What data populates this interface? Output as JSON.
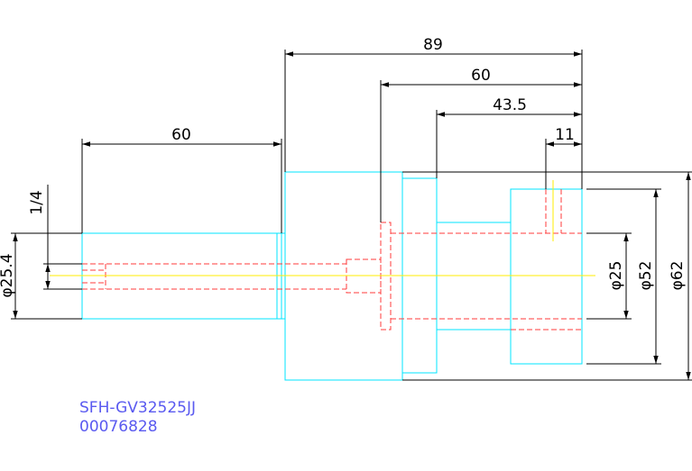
{
  "colors": {
    "background": "#ffffff",
    "outline": "#00e5ff",
    "hidden": "#ff3b3b",
    "centerline": "#ffee00",
    "dimension": "#000000",
    "label": "#5a5af0"
  },
  "dimensions": {
    "overall_length": "89",
    "bore_depth": "60",
    "hub_offset": "43.5",
    "roller_width": "11",
    "shank_length": "60",
    "thread": "1/4",
    "shank_diameter": "φ25.4",
    "bore_diameter": "φ25",
    "roller_diameter": "φ52",
    "body_diameter": "φ62"
  },
  "part": {
    "model": "SFH-GV32525JJ",
    "code": "00076828"
  }
}
